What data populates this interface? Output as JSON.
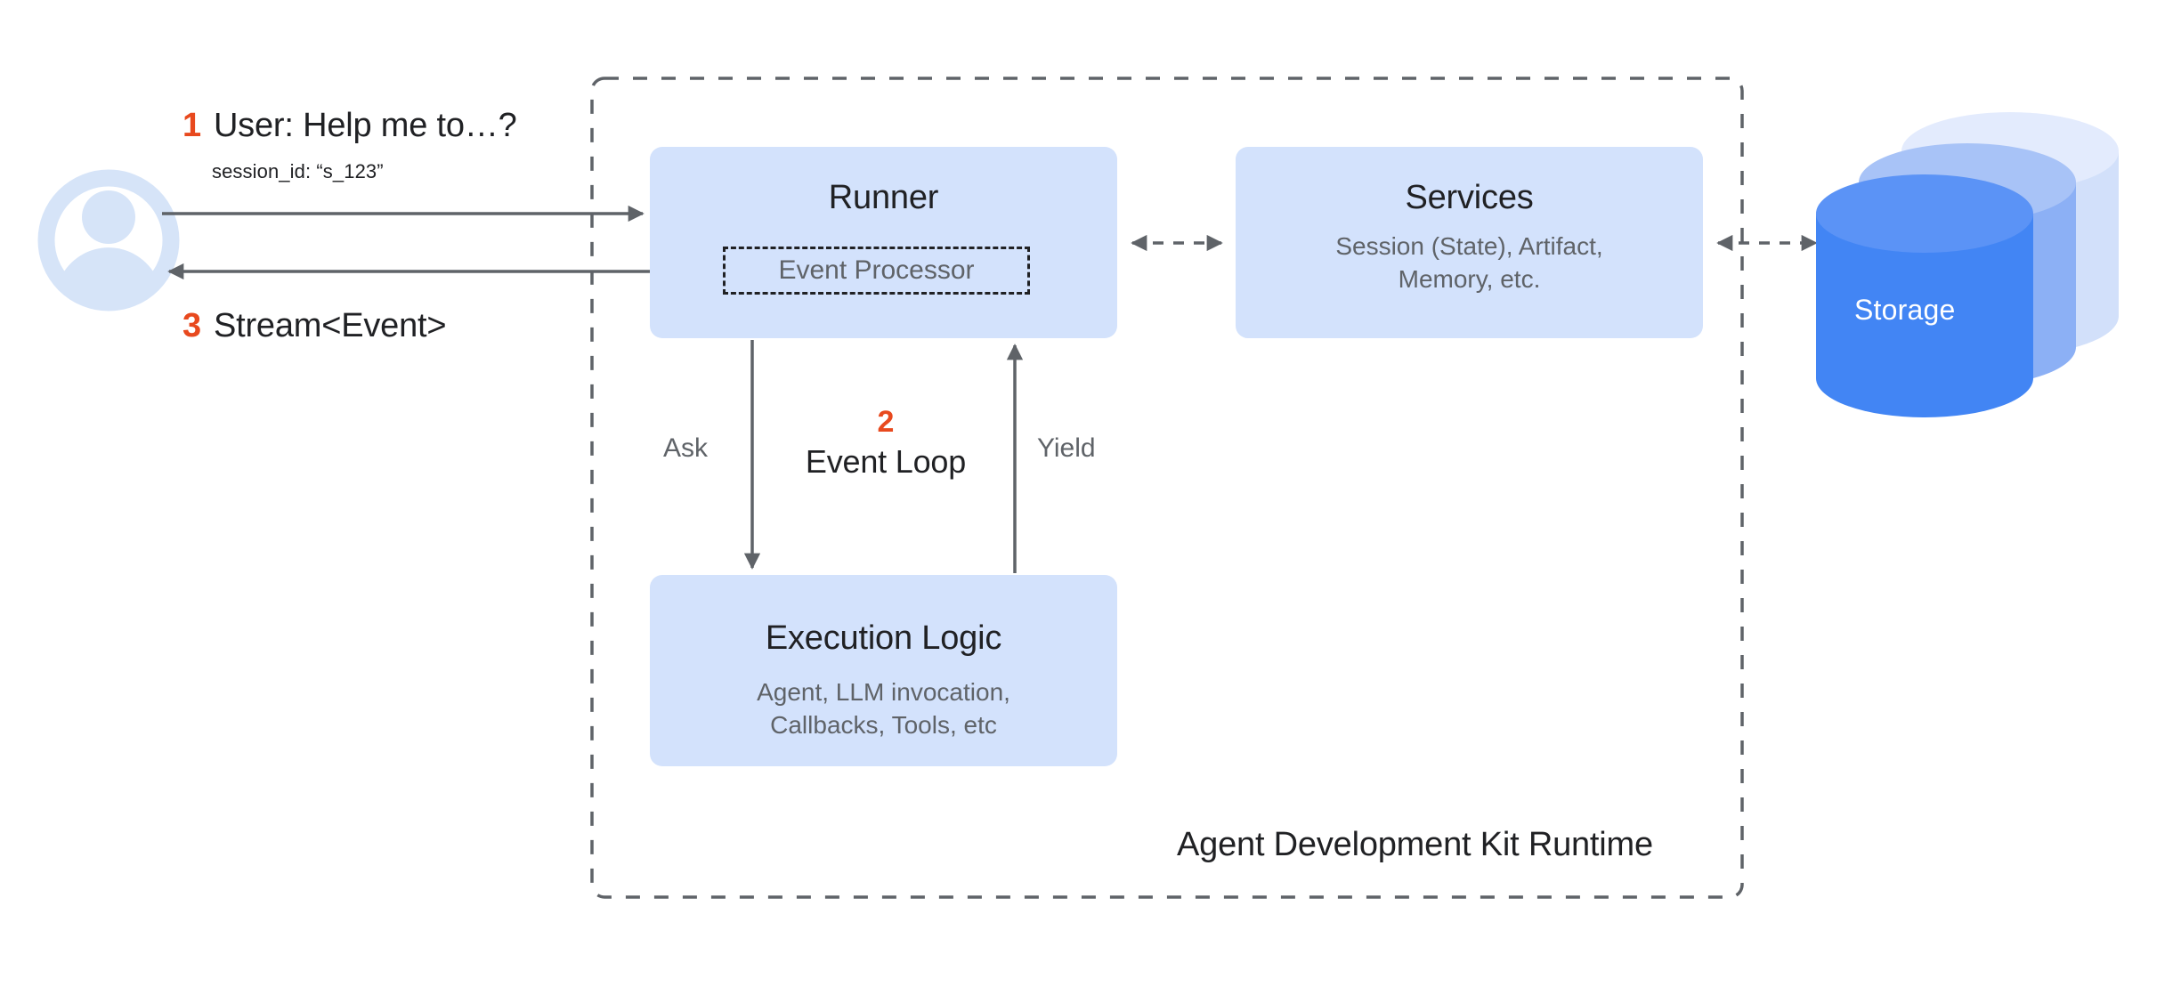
{
  "diagram": {
    "title": "Agent Development Kit Runtime",
    "colors": {
      "accent_step": "#E8491E",
      "node_fill": "#D3E2FC",
      "node_title_text": "#202124",
      "node_sub_text": "#5F6368",
      "edge_stroke": "#5F6368",
      "container_border": "#5F6368",
      "storage_front": "#4285F4",
      "storage_middle": "#8CB0F5",
      "storage_back": "#D2E0FA",
      "avatar_fill": "#D6E4F8",
      "background": "#FFFFFF"
    }
  },
  "actor": {
    "icon_name": "user-avatar-icon",
    "request": {
      "step": "1",
      "text": "User: Help me to…?",
      "session_meta": "session_id: “s_123”"
    },
    "response": {
      "step": "3",
      "text": "Stream<Event>"
    }
  },
  "runtime": {
    "caption": "Agent Development Kit Runtime"
  },
  "nodes": {
    "runner": {
      "title": "Runner",
      "inner_box_label": "Event Processor"
    },
    "services": {
      "title": "Services",
      "subtitle": "Session (State), Artifact,\nMemory, etc."
    },
    "execution_logic": {
      "title": "Execution Logic",
      "subtitle": "Agent, LLM invocation,\nCallbacks, Tools, etc"
    },
    "storage": {
      "title": "Storage"
    }
  },
  "edges": {
    "ask_label": "Ask",
    "yield_label": "Yield",
    "event_loop": {
      "step": "2",
      "label": "Event Loop"
    }
  }
}
